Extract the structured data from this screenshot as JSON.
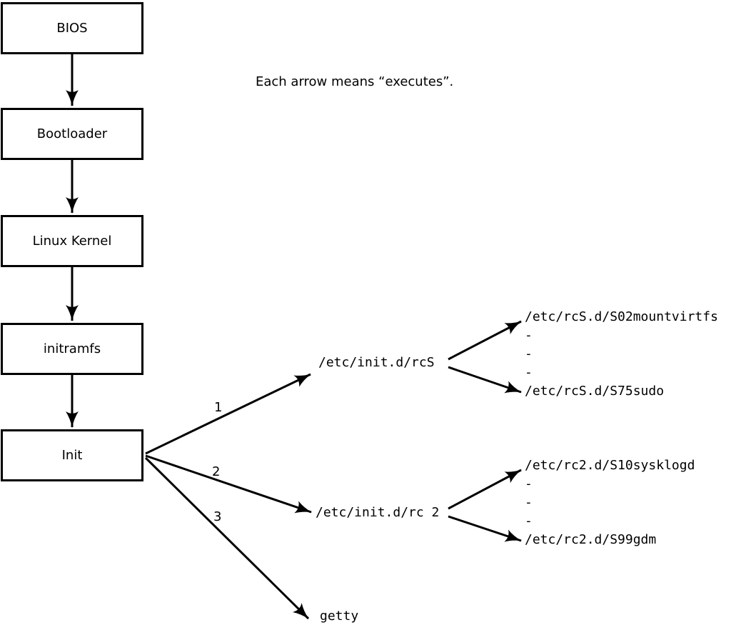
{
  "caption": "Each arrow means “executes”.",
  "boxes": [
    {
      "label": "BIOS"
    },
    {
      "label": "Bootloader"
    },
    {
      "label": "Linux Kernel"
    },
    {
      "label": "initramfs"
    },
    {
      "label": "Init"
    }
  ],
  "arrow_labels": [
    "1",
    "2",
    "3"
  ],
  "targets": {
    "rcS": {
      "label": "/etc/init.d/rcS",
      "items": [
        "/etc/rcS.d/S02mountvirtfs",
        "-",
        "-",
        "-",
        "/etc/rcS.d/S75sudo"
      ]
    },
    "rc2": {
      "label": "/etc/init.d/rc 2",
      "items": [
        "/etc/rc2.d/S10sysklogd",
        "-",
        "-",
        "-",
        "/etc/rc2.d/S99gdm"
      ]
    },
    "getty": {
      "label": "getty"
    }
  },
  "colors": {
    "line": "#000000",
    "background": "#ffffff",
    "box_fill": "#ffffff"
  }
}
